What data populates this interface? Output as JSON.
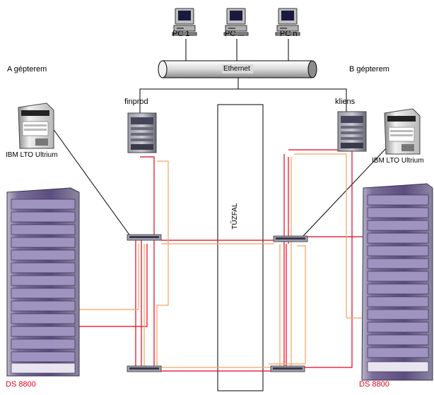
{
  "network": {
    "pcs": [
      {
        "label": "PC 1"
      },
      {
        "label": "PC ..."
      },
      {
        "label": "PC n"
      }
    ],
    "backbone_label": "Ethernet"
  },
  "rooms": {
    "a_label": "A gépterem",
    "b_label": "B gépterem"
  },
  "servers": {
    "left_label": "finprod",
    "right_label": "kliens"
  },
  "tape": {
    "left_label": "IBM LTO Ultrium",
    "right_label": "IBM LTO Ultrium"
  },
  "storage": {
    "left_label": "DS 8800",
    "right_label": "DS 8800"
  },
  "firewall_label": "TŰZFAL",
  "colors": {
    "fc_red": "#e8001c",
    "fc_orange": "#f4a460",
    "rack": "#6e5a8c",
    "label_red": "#e8001c"
  }
}
